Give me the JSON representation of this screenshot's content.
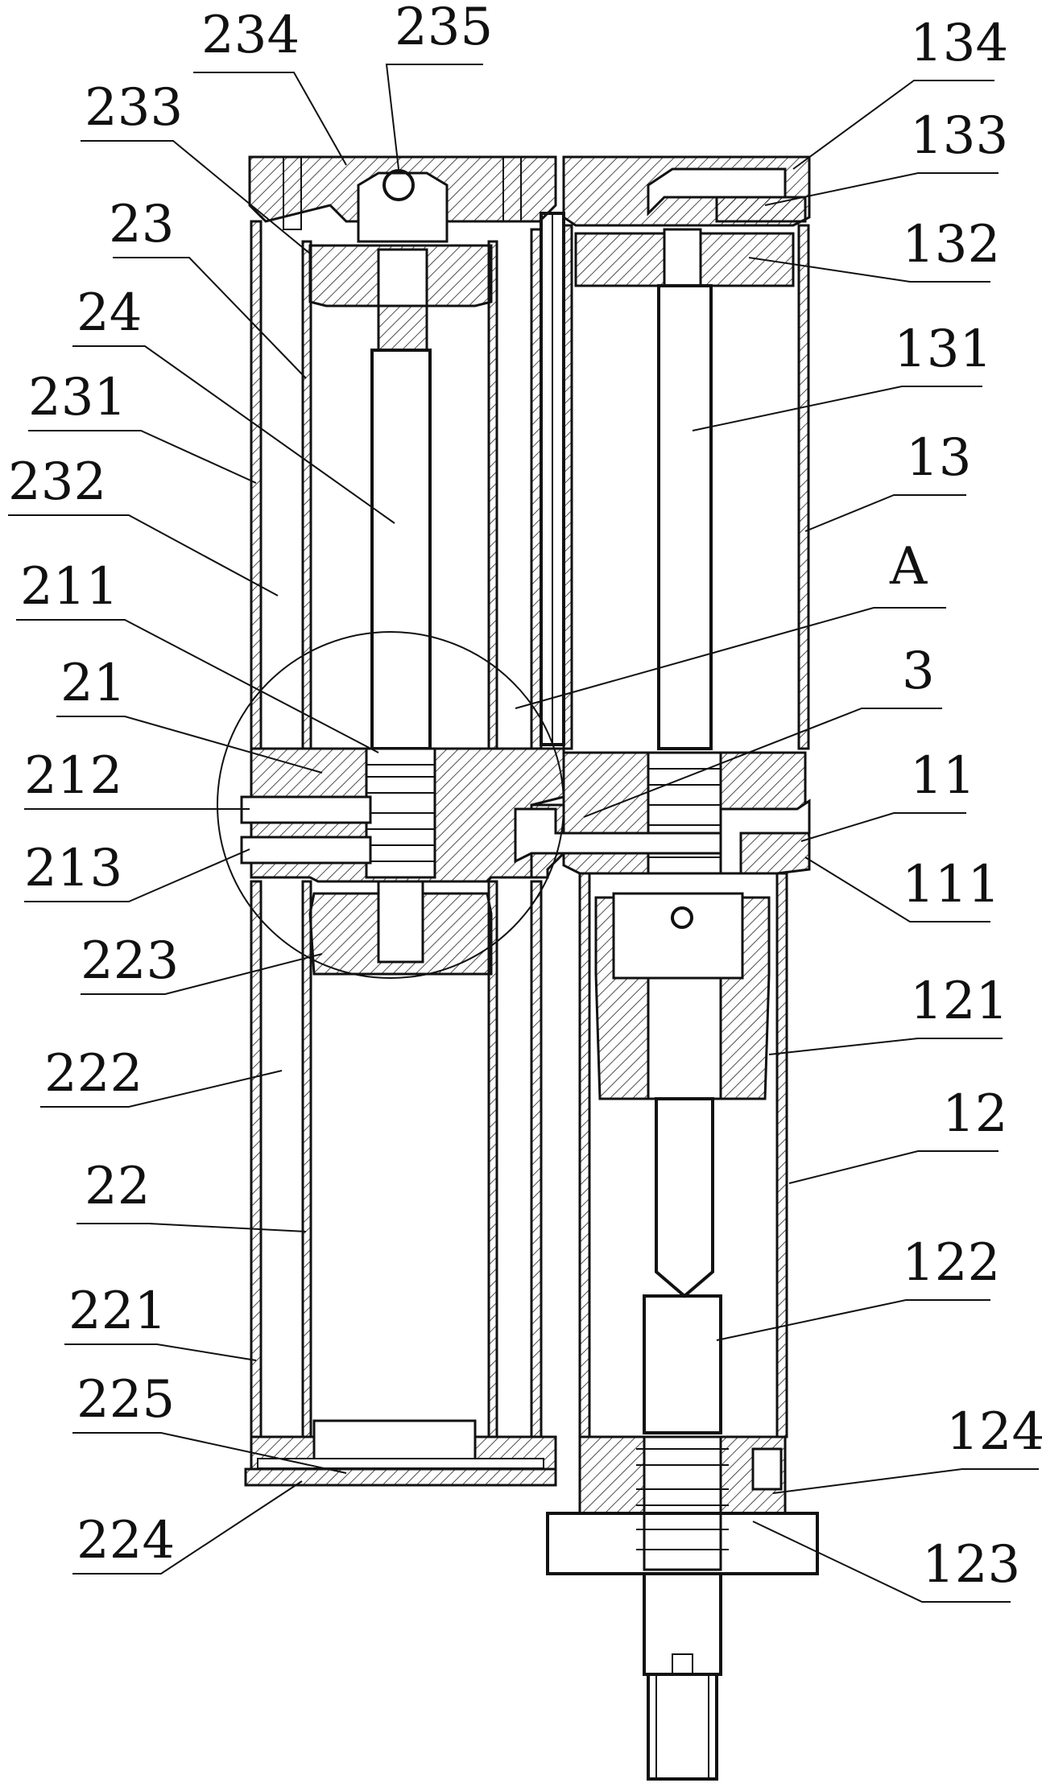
{
  "labels": {
    "l234": "234",
    "l235": "235",
    "l233": "233",
    "l23": "23",
    "l24": "24",
    "l231": "231",
    "l232": "232",
    "l211": "211",
    "l21": "21",
    "l212": "212",
    "l213": "213",
    "l223": "223",
    "l222": "222",
    "l22": "22",
    "l221": "221",
    "l225": "225",
    "l224": "224",
    "l134": "134",
    "l133": "133",
    "l132": "132",
    "l131": "131",
    "l13": "13",
    "lA": "A",
    "l3": "3",
    "l11": "11",
    "l111": "111",
    "l121": "121",
    "l12": "12",
    "l122": "122",
    "l124": "124",
    "l123": "123"
  }
}
